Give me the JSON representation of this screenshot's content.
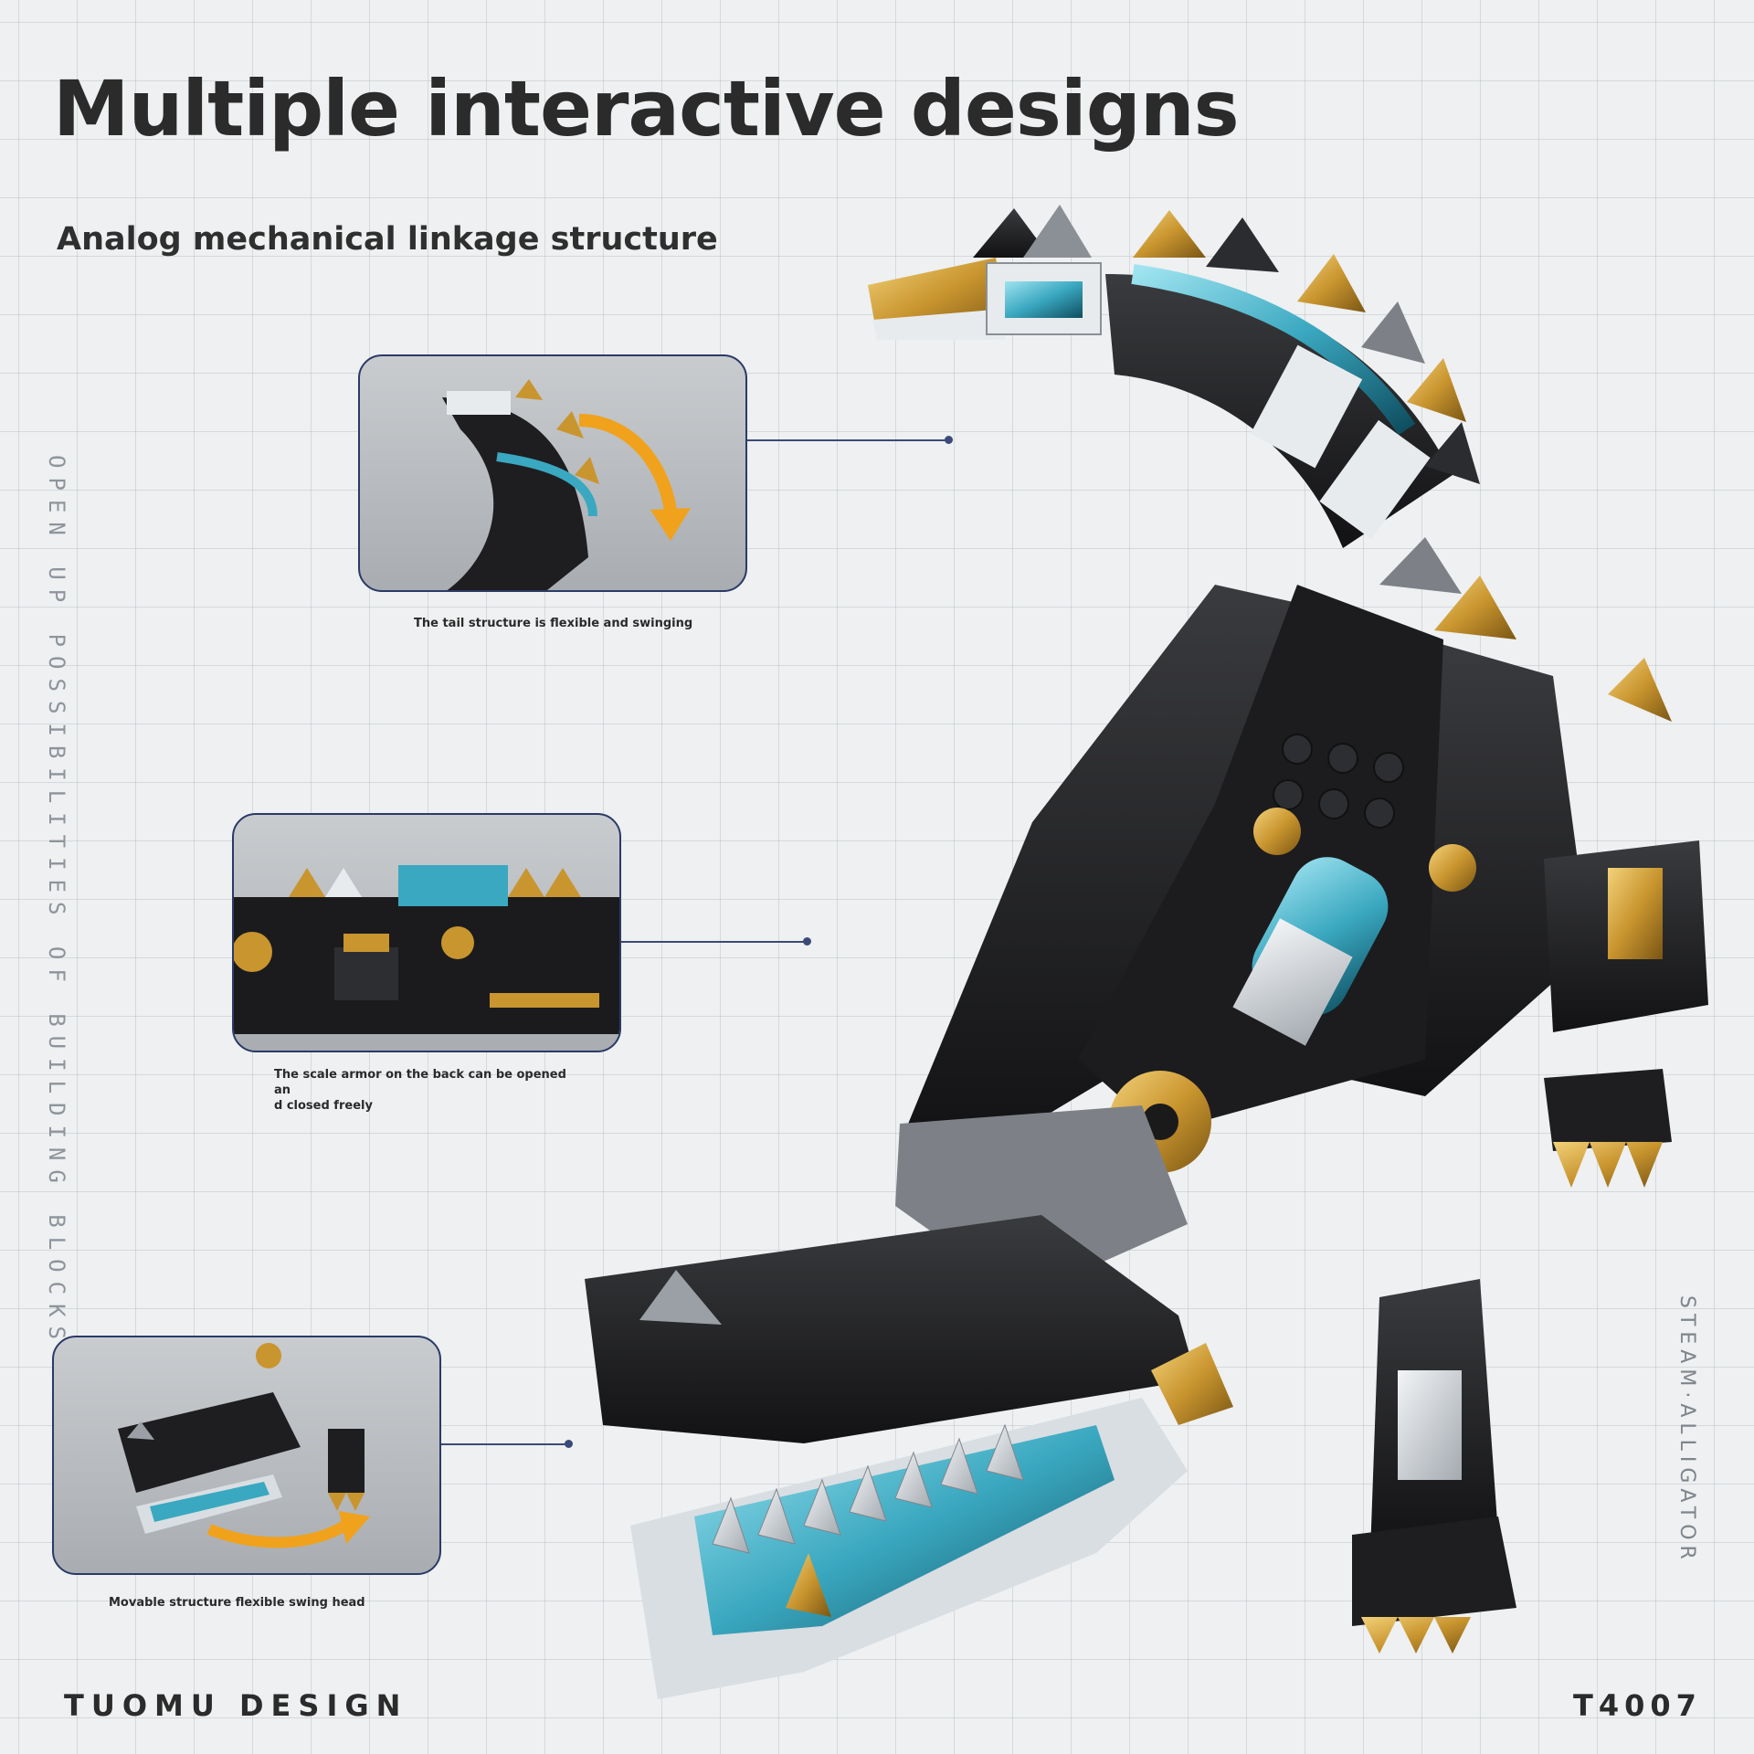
{
  "title": "Multiple interactive designs",
  "subtitle": "Analog mechanical linkage structure",
  "side_text_left": "OPEN UP POSSIBILITIES OF BUILDING BLOCKS",
  "side_text_right": "STEAM·ALLIGATOR",
  "brand": "TUOMU DESIGN",
  "model_number": "T4007",
  "features": [
    {
      "caption": "The tail structure is flexible and swinging"
    },
    {
      "caption": "The scale armor on the back can be opened an\nd closed freely"
    },
    {
      "caption": "Movable structure flexible swing head"
    }
  ],
  "colors": {
    "accent_arrow": "#f0a21c",
    "frame_border": "#2b3a67",
    "brick_black": "#1f1f21",
    "brick_gold": "#c9952f",
    "brick_teal": "#3aa8c0",
    "brick_white": "#e8ebee"
  },
  "icons": [
    "swing-arrow-icon",
    "gear-icon"
  ]
}
